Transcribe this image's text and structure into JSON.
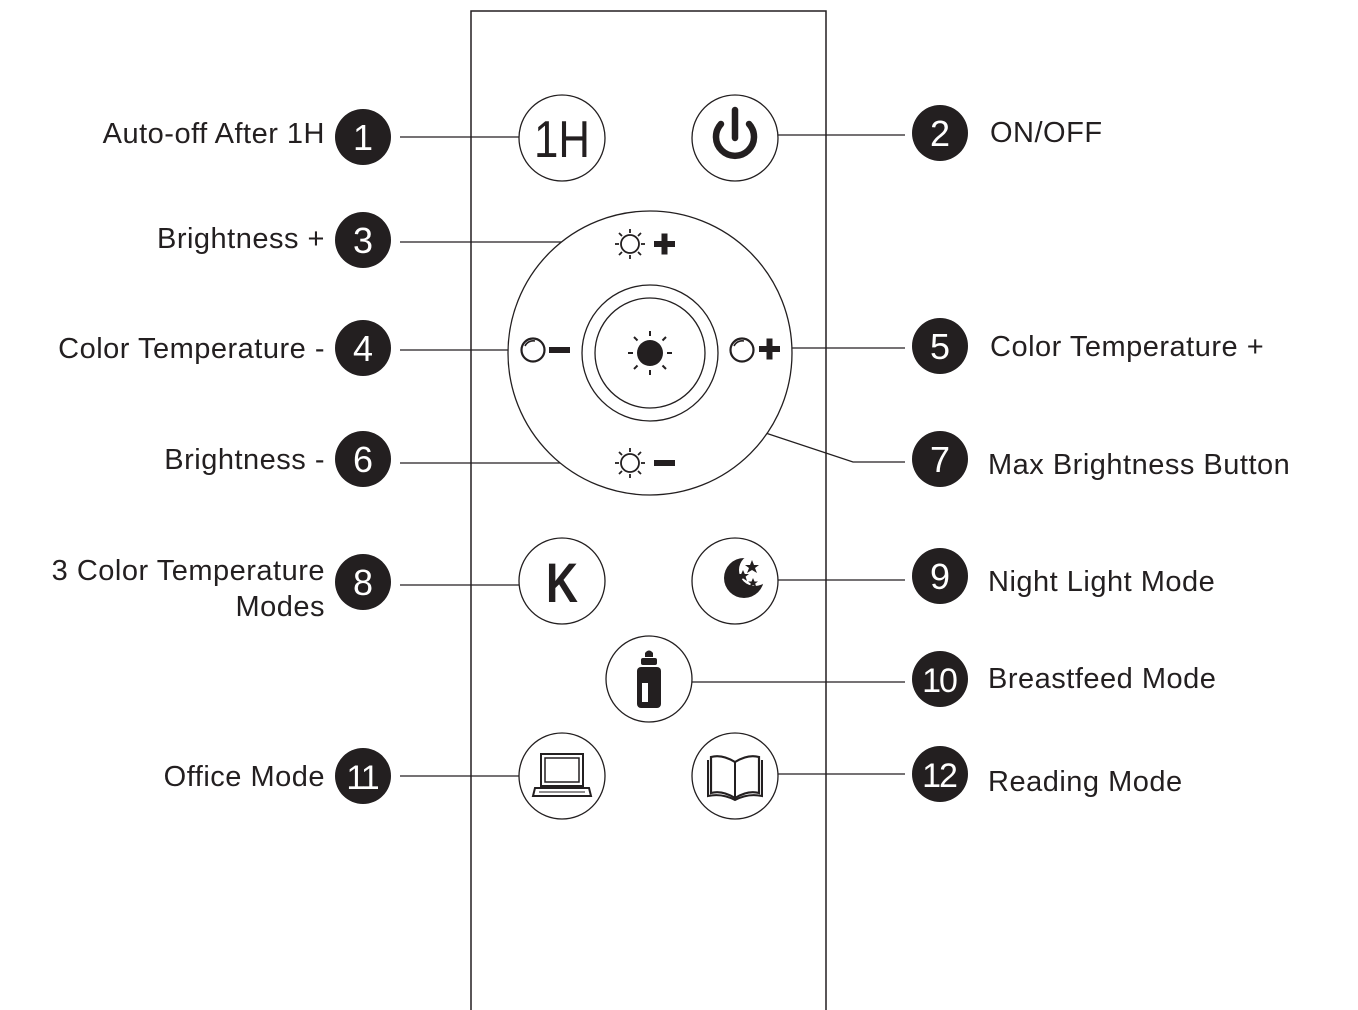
{
  "callouts": [
    {
      "n": "1",
      "label": "Auto-off After 1H"
    },
    {
      "n": "2",
      "label": "ON/OFF"
    },
    {
      "n": "3",
      "label": "Brightness +"
    },
    {
      "n": "4",
      "label": "Color Temperature -"
    },
    {
      "n": "5",
      "label": "Color Temperature +"
    },
    {
      "n": "6",
      "label": "Brightness -"
    },
    {
      "n": "7",
      "label": "Max Brightness Button"
    },
    {
      "n": "8",
      "label_line1": "3 Color Temperature",
      "label_line2": "Modes"
    },
    {
      "n": "9",
      "label": "Night Light Mode"
    },
    {
      "n": "10",
      "label": "Breastfeed Mode"
    },
    {
      "n": "11",
      "label": "Office Mode"
    },
    {
      "n": "12",
      "label": "Reading Mode"
    }
  ],
  "buttons": {
    "timer_text": "1H",
    "color_modes_text": "K"
  },
  "icons": {
    "power": "power-icon",
    "brightness_up": "sun-plus-icon",
    "brightness_down": "sun-minus-icon",
    "color_temp_down": "circle-minus-icon",
    "color_temp_up": "circle-plus-icon",
    "max_brightness": "sun-filled-icon",
    "night_light": "moon-stars-icon",
    "breastfeed": "baby-bottle-icon",
    "office": "laptop-icon",
    "reading": "open-book-icon"
  },
  "colors": {
    "ink": "#231f20",
    "background": "#ffffff"
  }
}
